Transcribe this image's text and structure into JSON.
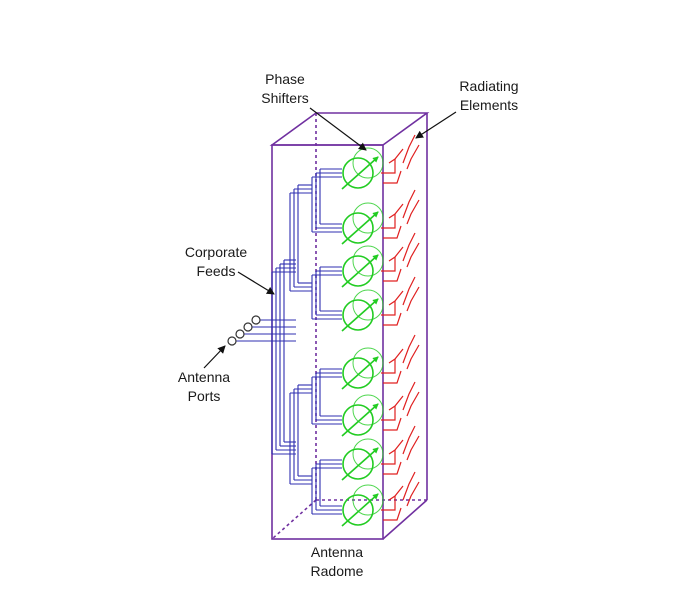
{
  "labels": {
    "phase_shifters": {
      "line1": "Phase",
      "line2": "Shifters"
    },
    "radiating_elements": {
      "line1": "Radiating",
      "line2": "Elements"
    },
    "corporate_feeds": {
      "line1": "Corporate",
      "line2": "Feeds"
    },
    "antenna_ports": {
      "line1": "Antenna",
      "line2": "Ports"
    },
    "antenna_radome": {
      "line1": "Antenna",
      "line2": "Radome"
    }
  },
  "colors": {
    "radome": "#7030a0",
    "feed": "#2f2fb0",
    "phase_shifter": "#22cc22",
    "radiating_element": "#e02020",
    "port": "#333333",
    "arrow": "#111111",
    "text": "#1a1a1a"
  },
  "icons": {
    "phase_shifter": "circle-with-diagonal-arrow",
    "radiating_element": "dipole-fork",
    "antenna_port": "open-circle"
  }
}
